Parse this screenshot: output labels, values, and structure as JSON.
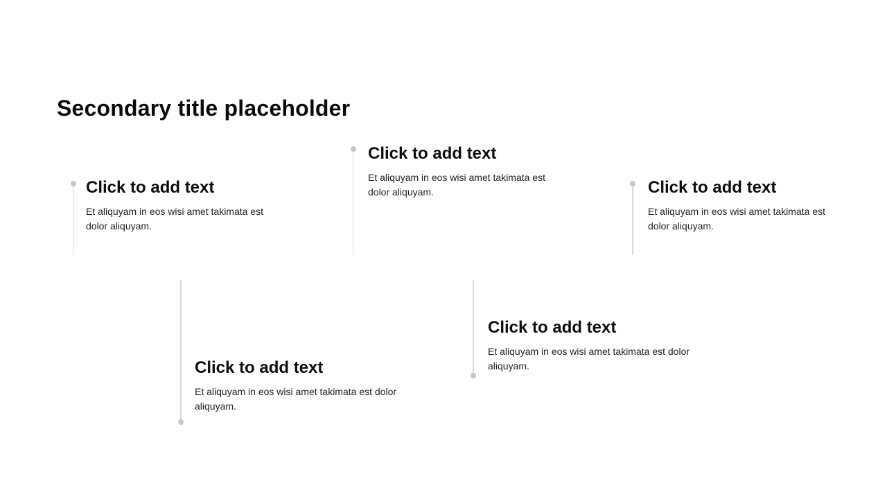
{
  "slide": {
    "title": "Secondary title placeholder",
    "background_color": "#ffffff"
  },
  "timeline": {
    "bar": {
      "shape": "pill",
      "gradient_edge_color": "#f5f8fd",
      "gradient_center_color": "#c9d8f1"
    },
    "connector_color": "#d8d8d8",
    "dot_color": "#c6c6c6",
    "items": [
      {
        "heading": "Click to add text",
        "body": "Et aliquyam in eos wisi amet takimata est dolor aliquyam.",
        "position": "above-bar-left"
      },
      {
        "heading": "Click to add text",
        "body": "Et aliquyam in eos wisi amet takimata est dolor aliquyam.",
        "position": "above-bar-center"
      },
      {
        "heading": "Click to add text",
        "body": "Et aliquyam in eos wisi amet takimata est dolor aliquyam.",
        "position": "above-bar-right"
      },
      {
        "heading": "Click to add text",
        "body": "Et aliquyam in eos wisi amet takimata est dolor aliquyam.",
        "position": "below-bar-left"
      },
      {
        "heading": "Click to add text",
        "body": "Et aliquyam in eos wisi amet takimata est dolor aliquyam.",
        "position": "below-bar-right"
      }
    ]
  }
}
